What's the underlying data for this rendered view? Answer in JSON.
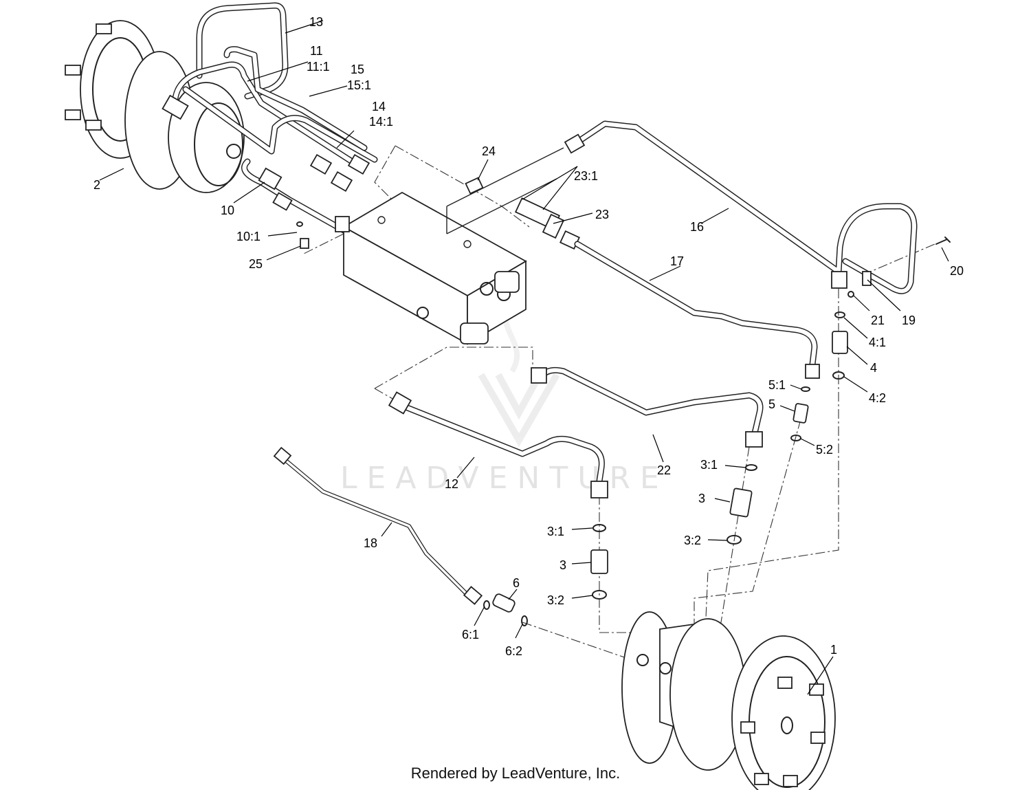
{
  "footer": "Rendered by LeadVenture, Inc.",
  "watermark": "LEADVENTURE",
  "callouts": {
    "c1": "1",
    "c2": "2",
    "c3a": "3",
    "c3b": "3",
    "c3_1a": "3:1",
    "c3_1b": "3:1",
    "c3_2a": "3:2",
    "c3_2b": "3:2",
    "c4": "4",
    "c4_1": "4:1",
    "c4_2": "4:2",
    "c5": "5",
    "c5_1": "5:1",
    "c5_2": "5:2",
    "c6": "6",
    "c6_1": "6:1",
    "c6_2": "6:2",
    "c10": "10",
    "c10_1": "10:1",
    "c11": "11",
    "c11_1": "11:1",
    "c12": "12",
    "c13": "13",
    "c14": "14",
    "c14_1": "14:1",
    "c15": "15",
    "c15_1": "15:1",
    "c16": "16",
    "c17": "17",
    "c18": "18",
    "c19": "19",
    "c20": "20",
    "c21": "21",
    "c22": "22",
    "c23": "23",
    "c23_1": "23:1",
    "c24": "24",
    "c25": "25"
  }
}
